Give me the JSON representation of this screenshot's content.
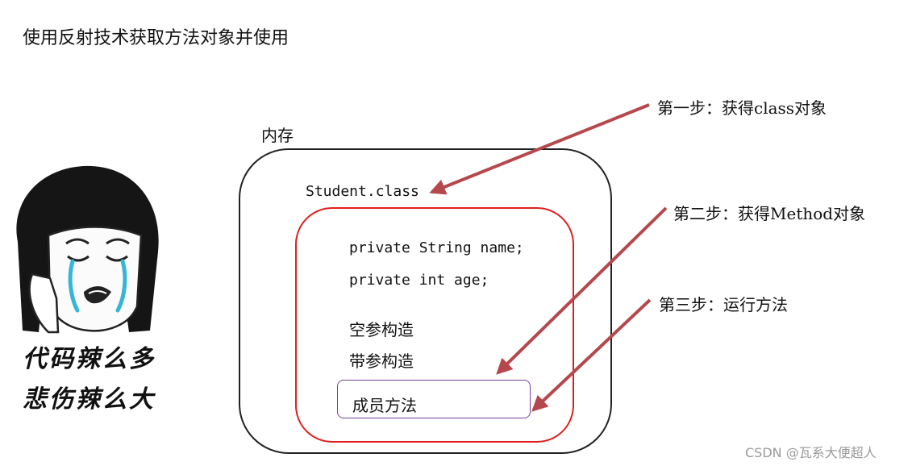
{
  "title": "使用反射技术获取方法对象并使用",
  "memory_label": "内存",
  "class_name": "Student.class",
  "fields": [
    "private String name;",
    "private int age;"
  ],
  "constructors": [
    "空参构造",
    "带参构造"
  ],
  "method_label": "成员方法",
  "steps": [
    "第一步：获得class对象",
    "第二步：获得Method对象",
    "第三步：运行方法"
  ],
  "meme_caption": [
    "代码辣么多",
    "悲伤辣么大"
  ],
  "watermark": "CSDN @瓦系大便超人",
  "colors": {
    "arrow": "#b5484c",
    "class_box": "#e01e1e",
    "method_box": "#7b3f9c",
    "memory_box": "#222222"
  }
}
